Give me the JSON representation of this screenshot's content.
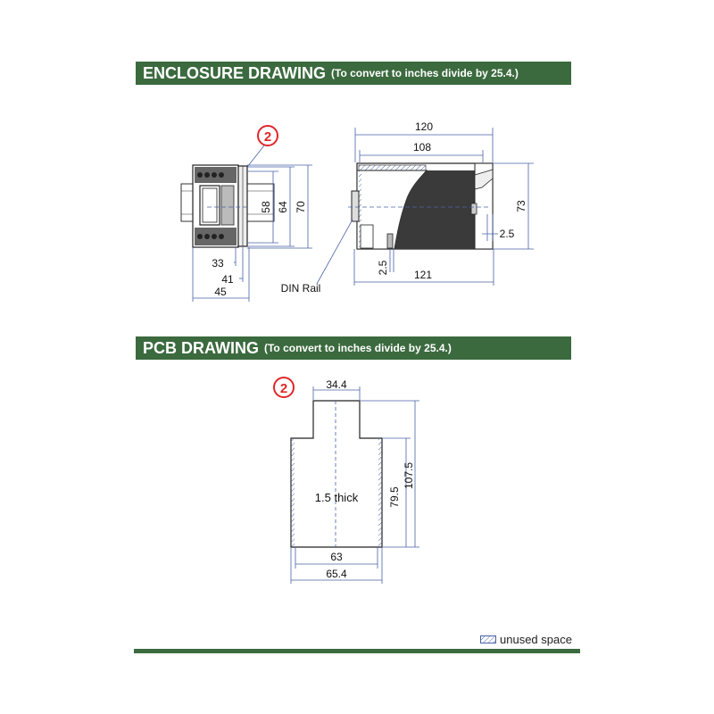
{
  "enclosure_section": {
    "title": "ENCLOSURE DRAWING",
    "subtitle": "(To convert to inches divide by 25.4.)"
  },
  "pcb_section": {
    "title": "PCB DRAWING",
    "subtitle": "(To convert to inches divide by 25.4.)"
  },
  "front_view": {
    "callout": "2",
    "dims": {
      "height_inner": "58",
      "height_mid": "64",
      "height_outer": "70",
      "depth_a": "33",
      "depth_b": "41",
      "depth_c": "45"
    }
  },
  "side_view": {
    "dims": {
      "length_overall": "120",
      "length_inner": "108",
      "height": "73",
      "gap_right": "2.5",
      "gap_bottom": "2.5",
      "length_base": "121"
    },
    "rail_label": "DIN Rail"
  },
  "pcb": {
    "callout": "2",
    "dims": {
      "tab_width": "34.4",
      "height_total": "107.5",
      "height_body": "79.5",
      "width_inner": "63",
      "width_outer": "65.4"
    },
    "thickness_label": "1.5 thick"
  },
  "legend": {
    "label": "unused space",
    "icon": "hatch-swatch-icon"
  },
  "colors": {
    "banner": "#3b6a3e",
    "dimension": "#4a63a8",
    "callout": "#e0262a",
    "outline": "#222222"
  }
}
